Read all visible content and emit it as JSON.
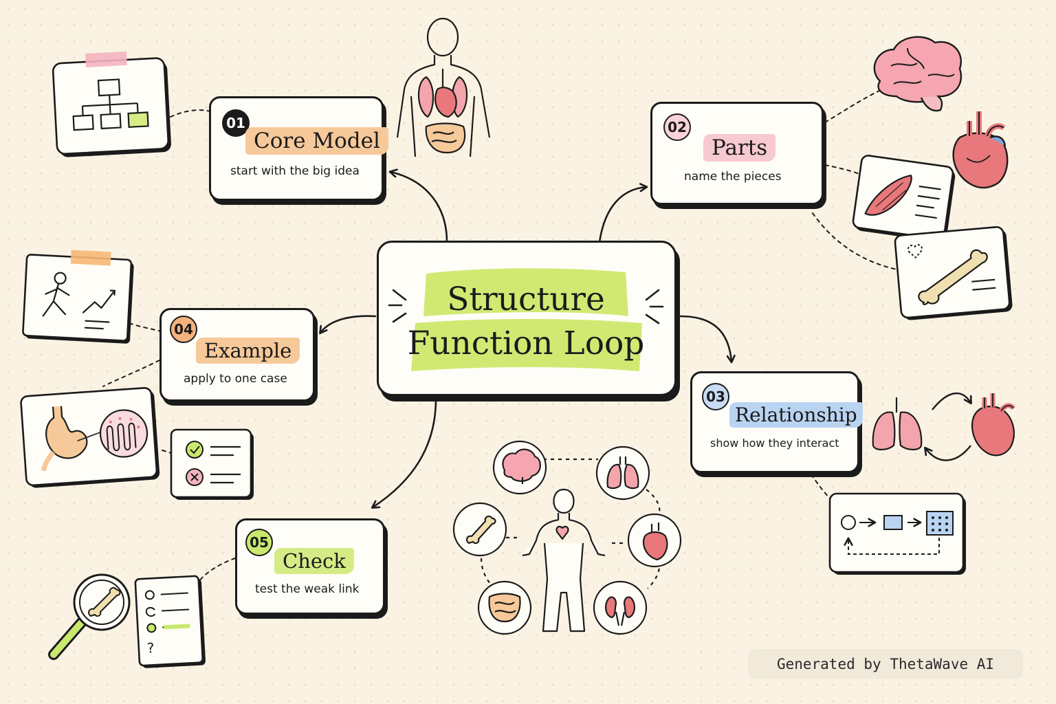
{
  "center": {
    "title_line1": "Structure",
    "title_line2": "Function Loop"
  },
  "nodes": [
    {
      "number": "01",
      "title": "Core Model",
      "subtitle": "start with the big idea"
    },
    {
      "number": "02",
      "title": "Parts",
      "subtitle": "name the pieces"
    },
    {
      "number": "03",
      "title": "Relationship",
      "subtitle": "show how they interact"
    },
    {
      "number": "04",
      "title": "Example",
      "subtitle": "apply to one case"
    },
    {
      "number": "05",
      "title": "Check",
      "subtitle": "test the weak link"
    }
  ],
  "footer": {
    "text": "Generated by ThetaWave AI"
  },
  "colors": {
    "ink": "#1b1b1b",
    "background": "#faf3e4",
    "center_highlight": "#cfe86a",
    "node01_highlight": "#f6c99a",
    "node02_highlight": "#f7c9d0",
    "node03_highlight": "#b9d4f1",
    "node04_highlight": "#f6c99a",
    "node05_highlight": "#d5ec86",
    "badge02": "#f9d3d9",
    "badge03": "#c7dbf3",
    "badge04": "#f4b27f",
    "badge05": "#c9e86e",
    "organ_red": "#e8787b",
    "organ_pink": "#f3a5ab",
    "bone": "#f0dfb0"
  },
  "icons": [
    "flowchart-icon",
    "human-torso-organs-icon",
    "brain-icon",
    "heart-icon",
    "muscle-icon",
    "bone-icon",
    "runner-chart-icon",
    "stomach-icon",
    "checklist-icon",
    "lungs-icon",
    "heart-lungs-cycle-icon",
    "process-flow-icon",
    "magnifier-bone-icon",
    "quiz-list-icon",
    "body-systems-ring-icon"
  ]
}
